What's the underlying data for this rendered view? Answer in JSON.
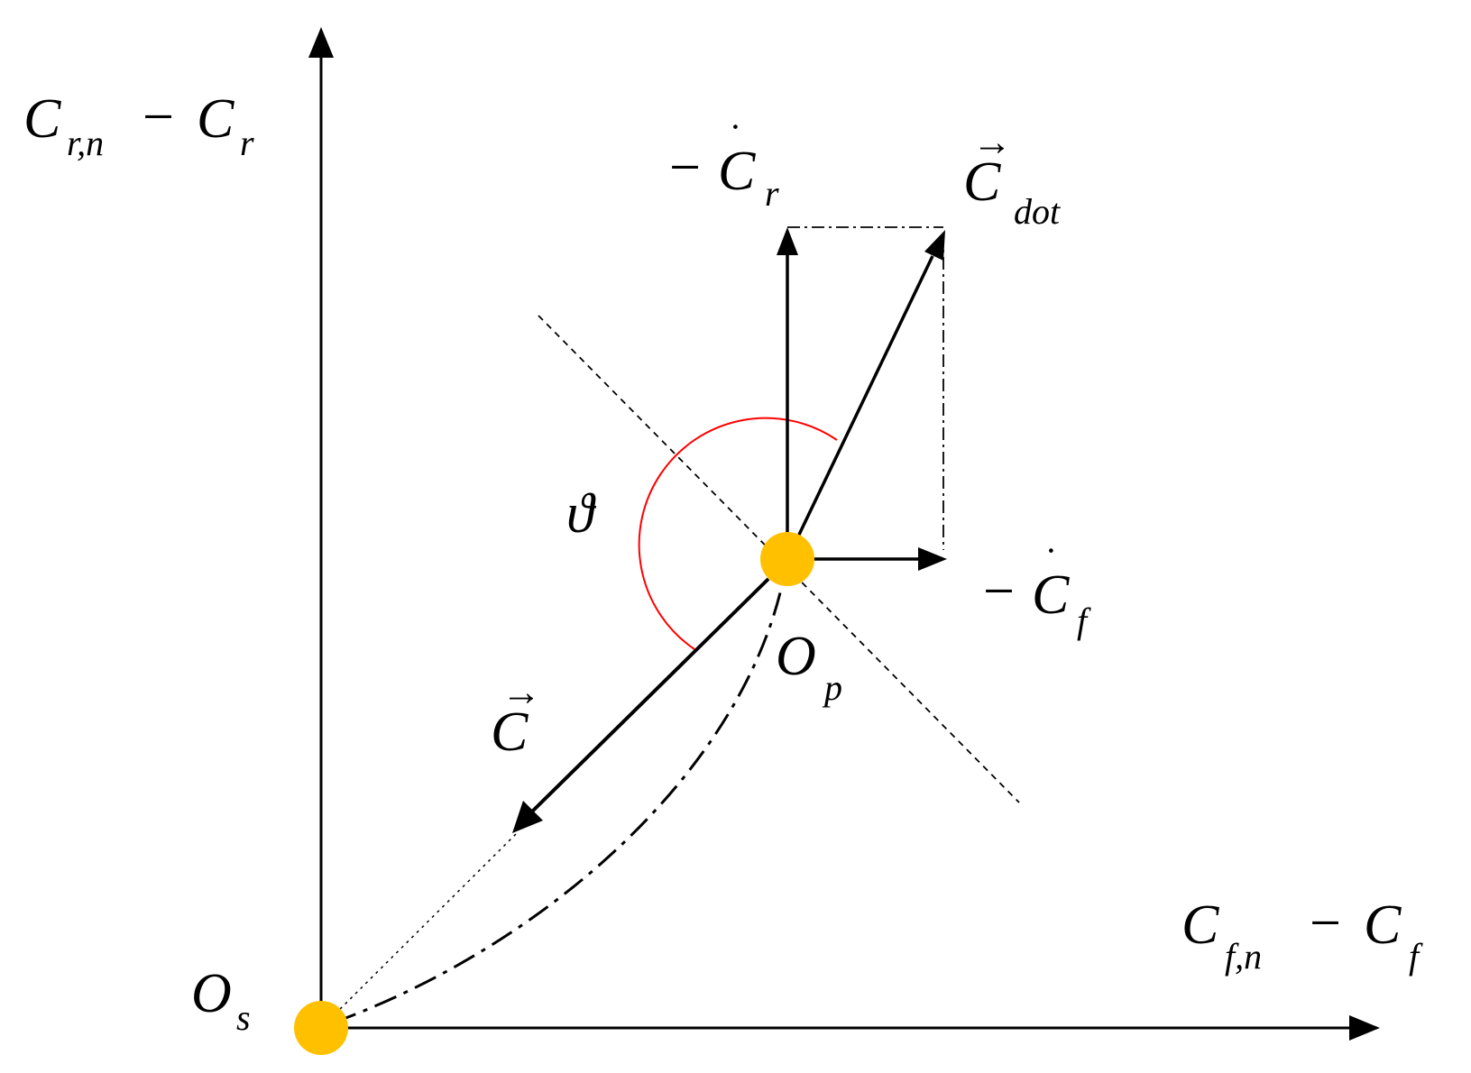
{
  "diagram": {
    "colors": {
      "stroke": "#000000",
      "point_fill": "#FFC000",
      "angle_arc": "#FF0000",
      "background": "#FFFFFF"
    },
    "axes": {
      "y_label": {
        "main": "C",
        "sub": "r,n",
        "op": "−",
        "main2": "C",
        "sub2": "r"
      },
      "x_label": {
        "main": "C",
        "sub": "f,n",
        "op": "−",
        "main2": "C",
        "sub2": "f"
      }
    },
    "points": {
      "origin": {
        "main": "O",
        "sub": "s"
      },
      "current": {
        "main": "O",
        "sub": "p"
      }
    },
    "vectors": {
      "minus_cr_dot": {
        "sign": "−",
        "main": "C",
        "accent": "˙",
        "sub": "r"
      },
      "minus_cf_dot": {
        "sign": "−",
        "main": "C",
        "accent": "˙",
        "sub": "f"
      },
      "c_dot": {
        "main": "C",
        "accent": "→",
        "sub": "dot"
      },
      "c_vec": {
        "main": "C",
        "accent": "→"
      }
    },
    "angle": {
      "symbol": "ϑ"
    },
    "icons": {
      "point_marker": "filled-circle",
      "arrowhead": "triangle-arrowhead"
    }
  }
}
